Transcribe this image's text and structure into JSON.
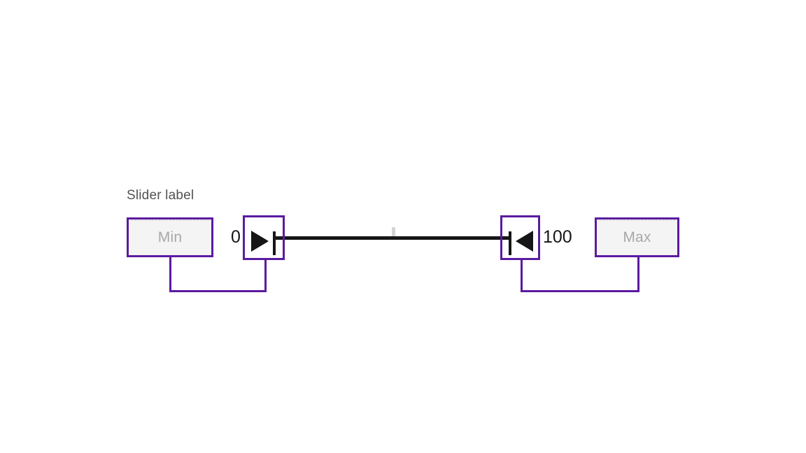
{
  "component": {
    "type": "range-slider",
    "label": "Slider label"
  },
  "inputs": {
    "min": {
      "name": "min-input",
      "placeholder": "Min",
      "value": ""
    },
    "max": {
      "name": "max-input",
      "placeholder": "Max",
      "value": ""
    }
  },
  "values": {
    "lower": "0",
    "upper": "100"
  },
  "handles": {
    "lower": {
      "icon": "play-right-with-bar-icon",
      "glyph": "▶|",
      "aria": "Lower bound handle"
    },
    "upper": {
      "icon": "bar-with-play-left-icon",
      "glyph": "|◀",
      "aria": "Upper bound handle"
    }
  },
  "track": {
    "filled": true,
    "tick_marker": true
  },
  "colors": {
    "annotation_purple": "#5a1ba0",
    "track_black": "#161616",
    "input_fill": "#f4f4f4",
    "placeholder_text": "#a8a8a8",
    "label_text": "#525252",
    "value_text": "#161616",
    "tick_gray": "#d3d3da",
    "page_background": "#ffffff"
  }
}
